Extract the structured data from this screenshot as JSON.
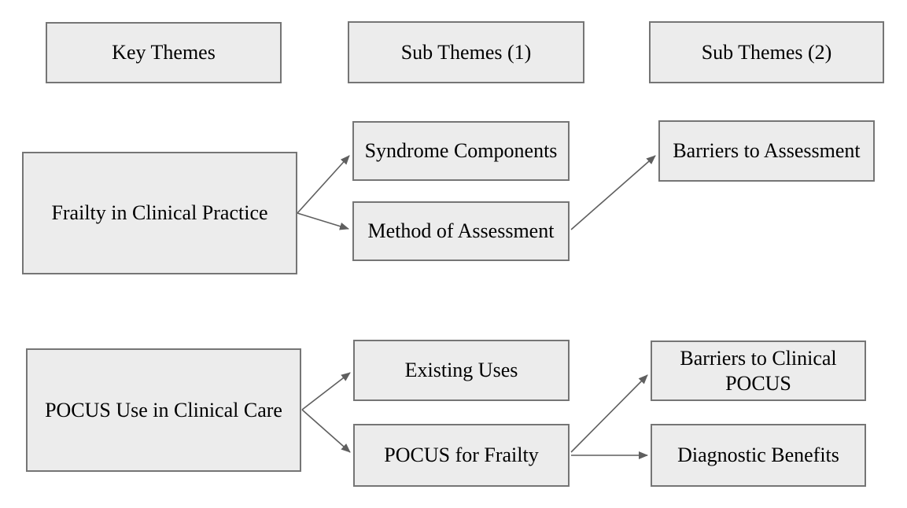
{
  "diagram": {
    "columns": [
      {
        "id": "key_themes",
        "label": "Key Themes"
      },
      {
        "id": "sub_themes_1",
        "label": "Sub Themes (1)"
      },
      {
        "id": "sub_themes_2",
        "label": "Sub Themes (2)"
      }
    ],
    "nodes": {
      "frailty": {
        "label": "Frailty in Clinical Practice",
        "column": "Key Themes"
      },
      "syndrome_components": {
        "label": "Syndrome Components",
        "column": "Sub Themes (1)"
      },
      "method_of_assessment": {
        "label": "Method of Assessment",
        "column": "Sub Themes (1)"
      },
      "barriers_to_assessment": {
        "label": "Barriers to Assessment",
        "column": "Sub Themes (2)"
      },
      "pocus_use": {
        "label": "POCUS Use in Clinical Care",
        "column": "Key Themes"
      },
      "existing_uses": {
        "label": "Existing Uses",
        "column": "Sub Themes (1)"
      },
      "pocus_for_frailty": {
        "label": "POCUS for Frailty",
        "column": "Sub Themes (1)"
      },
      "barriers_to_clinical_pocus": {
        "label": "Barriers to Clinical POCUS",
        "column": "Sub Themes (2)"
      },
      "diagnostic_benefits": {
        "label": "Diagnostic Benefits",
        "column": "Sub Themes (2)"
      }
    },
    "edges": [
      {
        "from": "frailty",
        "to": "syndrome_components"
      },
      {
        "from": "frailty",
        "to": "method_of_assessment"
      },
      {
        "from": "method_of_assessment",
        "to": "barriers_to_assessment"
      },
      {
        "from": "pocus_use",
        "to": "existing_uses"
      },
      {
        "from": "pocus_use",
        "to": "pocus_for_frailty"
      },
      {
        "from": "pocus_for_frailty",
        "to": "barriers_to_clinical_pocus"
      },
      {
        "from": "pocus_for_frailty",
        "to": "diagnostic_benefits"
      }
    ],
    "style": {
      "node_fill": "#ececec",
      "node_border": "#757575",
      "arrow_color": "#5f5f5f",
      "text_color": "#000000",
      "background": "#ffffff"
    }
  }
}
